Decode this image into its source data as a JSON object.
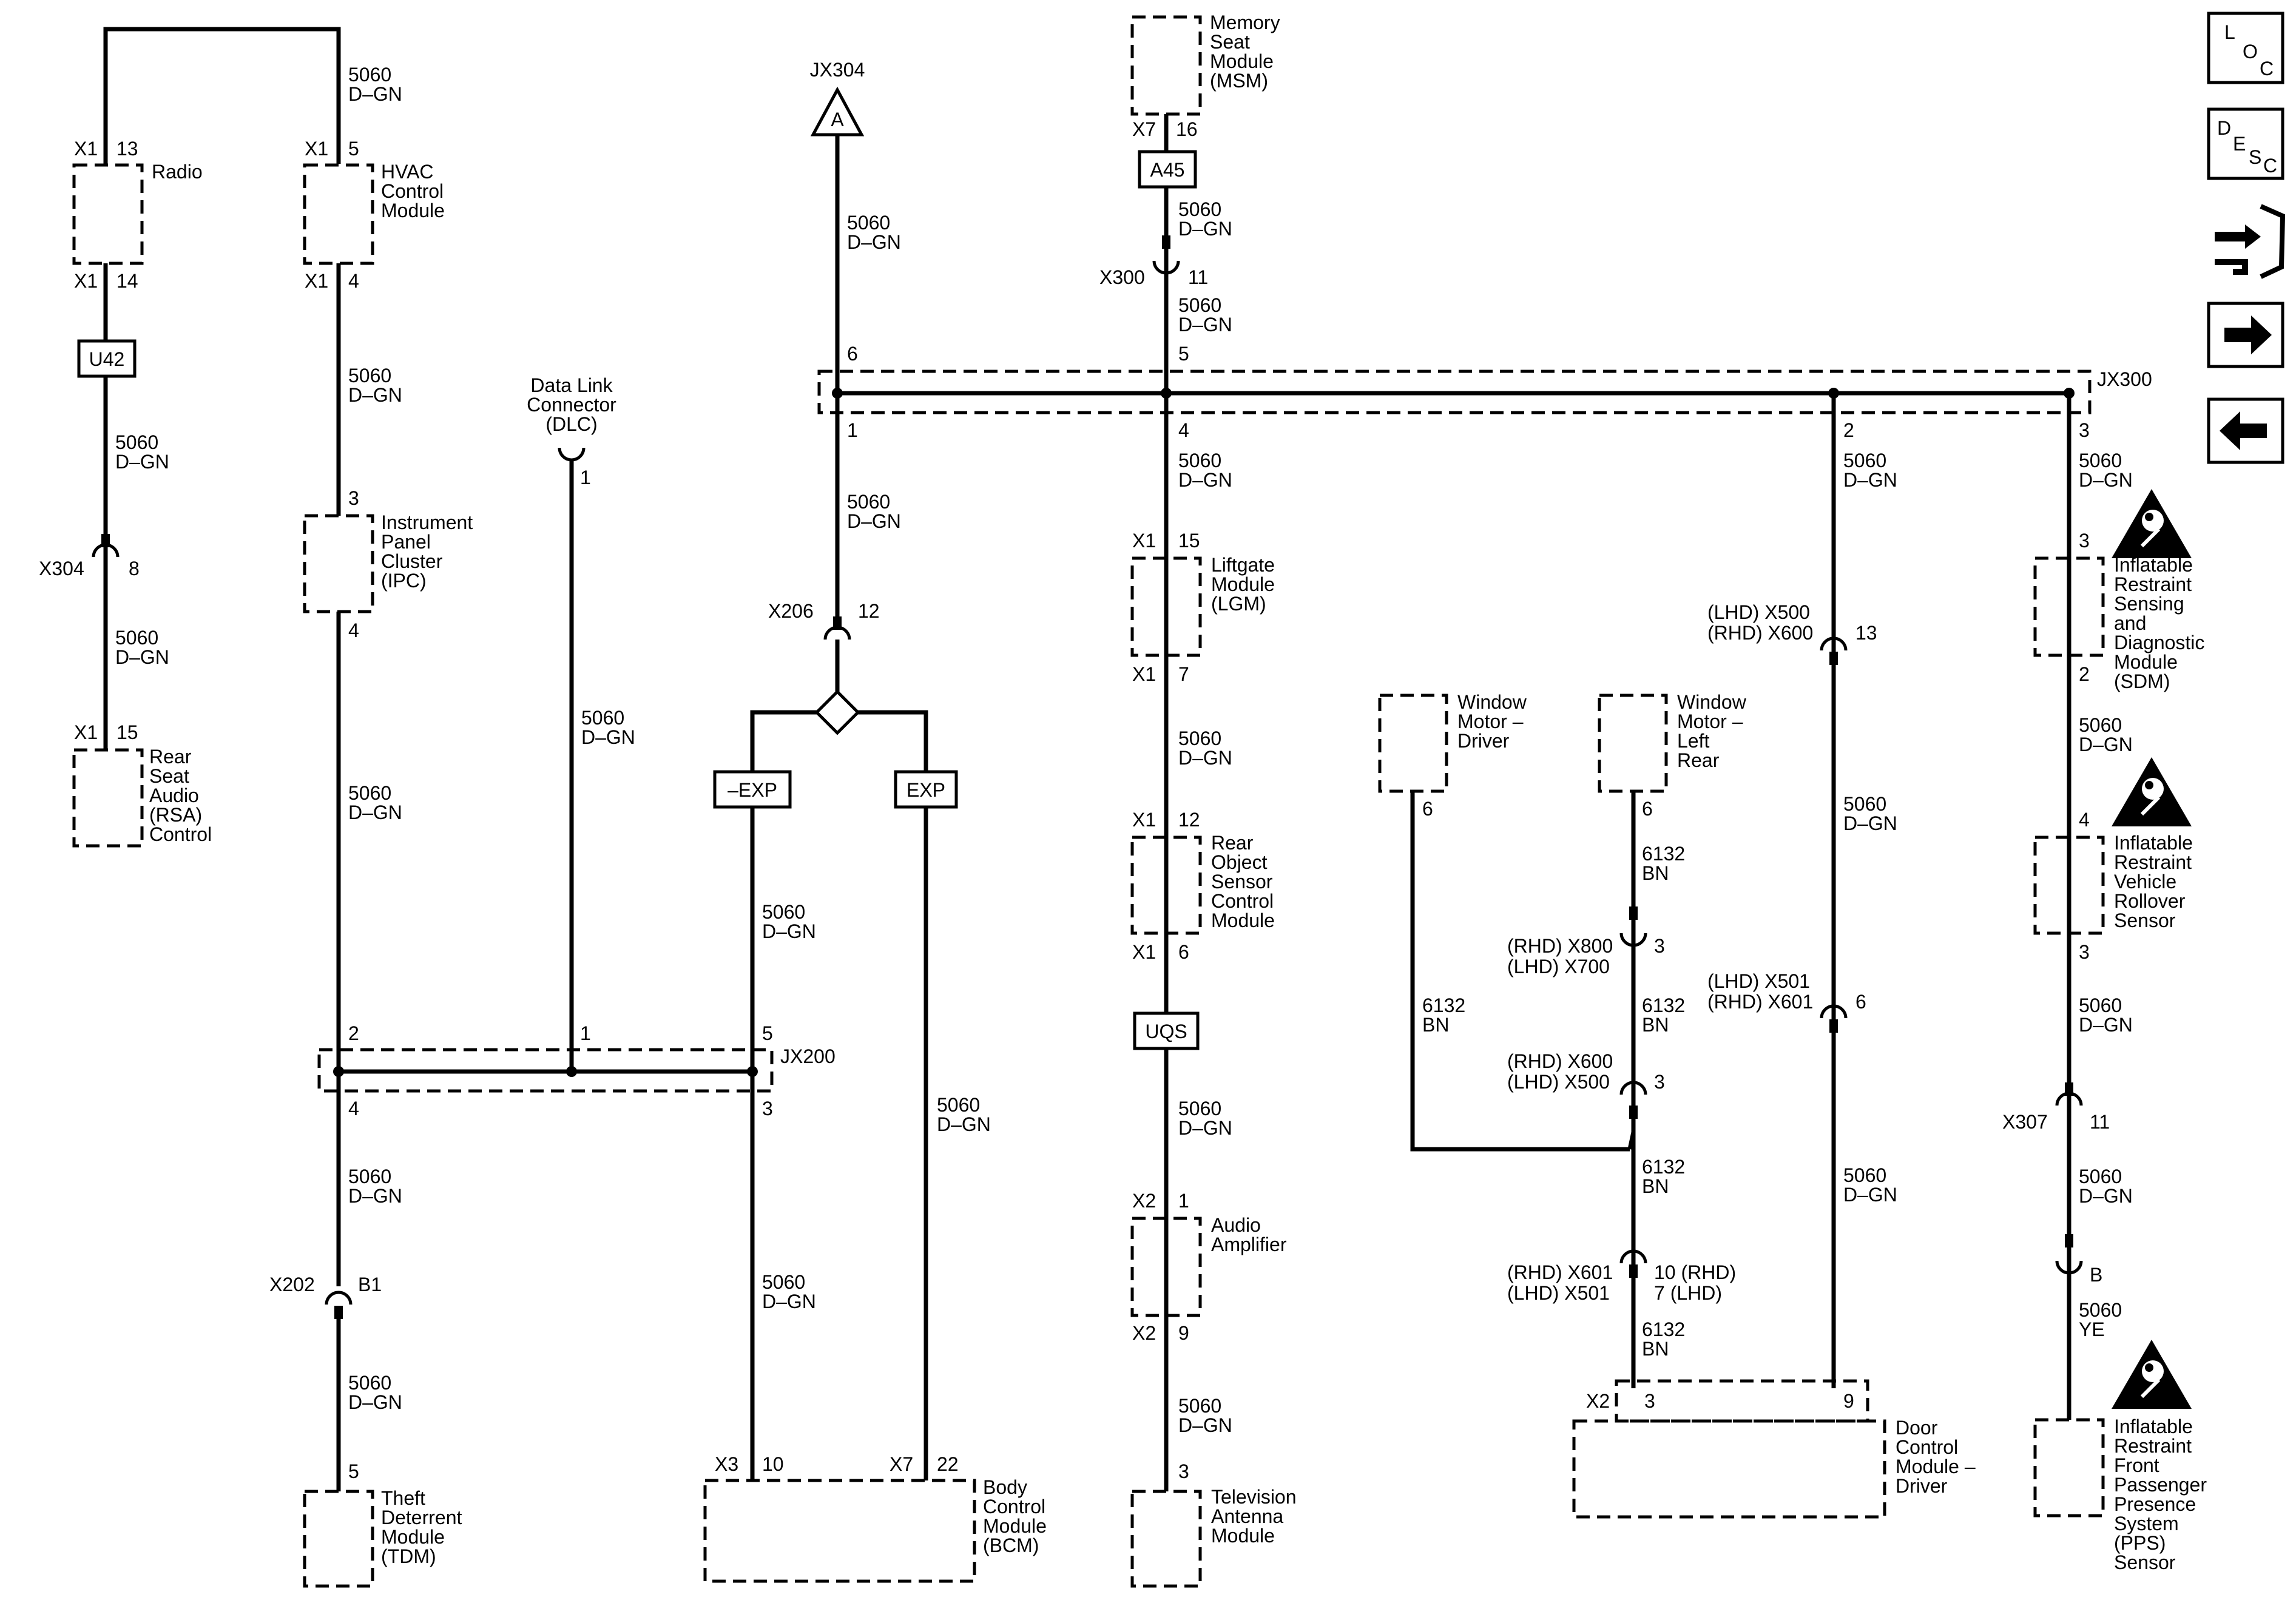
{
  "modules": {
    "radio": "Radio",
    "hvac": [
      "HVAC",
      "Control",
      "Module"
    ],
    "ipc": [
      "Instrument",
      "Panel",
      "Cluster",
      "(IPC)"
    ],
    "rsa": [
      "Rear",
      "Seat",
      "Audio",
      "(RSA)",
      "Control"
    ],
    "tdm": [
      "Theft",
      "Deterrent",
      "Module",
      "(TDM)"
    ],
    "dlc": [
      "Data Link",
      "Connector",
      "(DLC)"
    ],
    "bcm": [
      "Body",
      "Control",
      "Module",
      "(BCM)"
    ],
    "msm": [
      "Memory",
      "Seat",
      "Module",
      "(MSM)"
    ],
    "lgm": [
      "Liftgate",
      "Module",
      "(LGM)"
    ],
    "rosc": [
      "Rear",
      "Object",
      "Sensor",
      "Control",
      "Module"
    ],
    "amp": [
      "Audio",
      "Amplifier"
    ],
    "tv": [
      "Television",
      "Antenna",
      "Module"
    ],
    "win_driver": [
      "Window",
      "Motor –",
      "Driver"
    ],
    "win_lr": [
      "Window",
      "Motor –",
      "Left",
      "Rear"
    ],
    "dcm": [
      "Door",
      "Control",
      "Module –",
      "Driver"
    ],
    "sdm": [
      "Inflatable",
      "Restraint",
      "Sensing",
      "and",
      "Diagnostic",
      "Module",
      "(SDM)"
    ],
    "rollover": [
      "Inflatable",
      "Restraint",
      "Vehicle",
      "Rollover",
      "Sensor"
    ],
    "pps": [
      "Inflatable",
      "Restraint",
      "Front",
      "Passenger",
      "Presence",
      "System",
      "(PPS)",
      "Sensor"
    ]
  },
  "wire": {
    "circuit": "5060",
    "color": "D–GN",
    "circuit_bn": "6132",
    "color_bn": "BN",
    "color_ye": "YE"
  },
  "connectors": {
    "x1": "X1",
    "x2": "X2",
    "x3": "X3",
    "x7": "X7",
    "x202": "X202",
    "x206": "X206",
    "x300": "X300",
    "x304": "X304",
    "x307": "X307",
    "jx200": "JX200",
    "jx300": "JX300",
    "jx304": "JX304",
    "x500_501": [
      "(LHD) X500",
      "(RHD) X600"
    ],
    "x501_601": [
      "(LHD) X501",
      "(RHD) X601"
    ],
    "x800_700": [
      "(RHD) X800",
      "(LHD) X700"
    ],
    "x600_500": [
      "(RHD) X600",
      "(LHD) X500"
    ],
    "x601_501": [
      "(RHD) X601",
      "(LHD) X501"
    ],
    "pin_10_7": [
      "10 (RHD)",
      "7 (LHD)"
    ]
  },
  "pins": {
    "p1": "1",
    "p2": "2",
    "p3": "3",
    "p4": "4",
    "p5": "5",
    "p6": "6",
    "p7": "7",
    "p8": "8",
    "p9": "9",
    "p10": "10",
    "p11": "11",
    "p12": "12",
    "p13": "13",
    "p14": "14",
    "p15": "15",
    "p16": "16",
    "p22": "22",
    "pb": "B",
    "pb1": "B1"
  },
  "options": {
    "u42": "U42",
    "a45": "A45",
    "uqs": "UQS",
    "exp": "EXP",
    "nexp": "–EXP",
    "ref_a": "A"
  },
  "nav_icons": {
    "loc": [
      "L",
      "O",
      "C"
    ],
    "desc": [
      "D",
      "E",
      "S",
      "C"
    ],
    "names": [
      "loc-icon",
      "desc-icon",
      "connector-tool-icon",
      "next-arrow-icon",
      "back-arrow-icon"
    ]
  }
}
